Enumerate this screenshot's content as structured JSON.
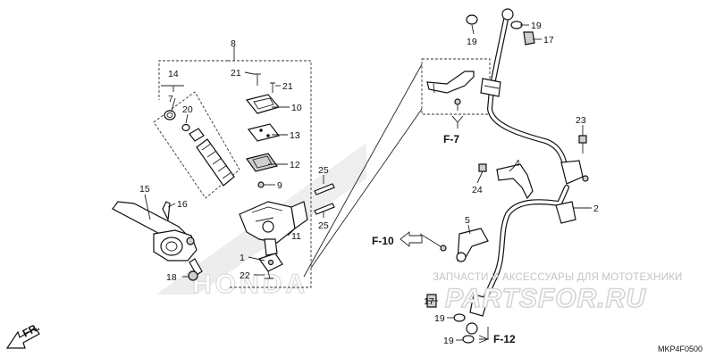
{
  "callouts": {
    "c1": "1",
    "c2": "2",
    "c4": "4",
    "c5": "5",
    "c7": "7",
    "c8": "8",
    "c9": "9",
    "c10": "10",
    "c11": "11",
    "c12": "12",
    "c13": "13",
    "c14": "14",
    "c15": "15",
    "c16": "16",
    "c17a": "17",
    "c17b": "17",
    "c18": "18",
    "c19a": "19",
    "c19b": "19",
    "c19c": "19",
    "c19d": "19",
    "c20": "20",
    "c21a": "21",
    "c21b": "21",
    "c22": "22",
    "c23": "23",
    "c24": "24",
    "c25a": "25",
    "c25b": "25"
  },
  "refs": {
    "f7": "F-7",
    "f10": "F-10",
    "f12": "F-12"
  },
  "direction_label": "FR.",
  "diagram_code": "MKP4F0500",
  "watermark": {
    "subtitle": "ЗАПЧАСТИ И АКСЕССУАРЫ ДЛЯ МОТОТЕХНИКИ",
    "brand": "PARTSFOR.RU",
    "logo": "HONDA"
  },
  "colors": {
    "line": "#111111",
    "watermark": "#c4c4c4",
    "background": "#ffffff"
  }
}
